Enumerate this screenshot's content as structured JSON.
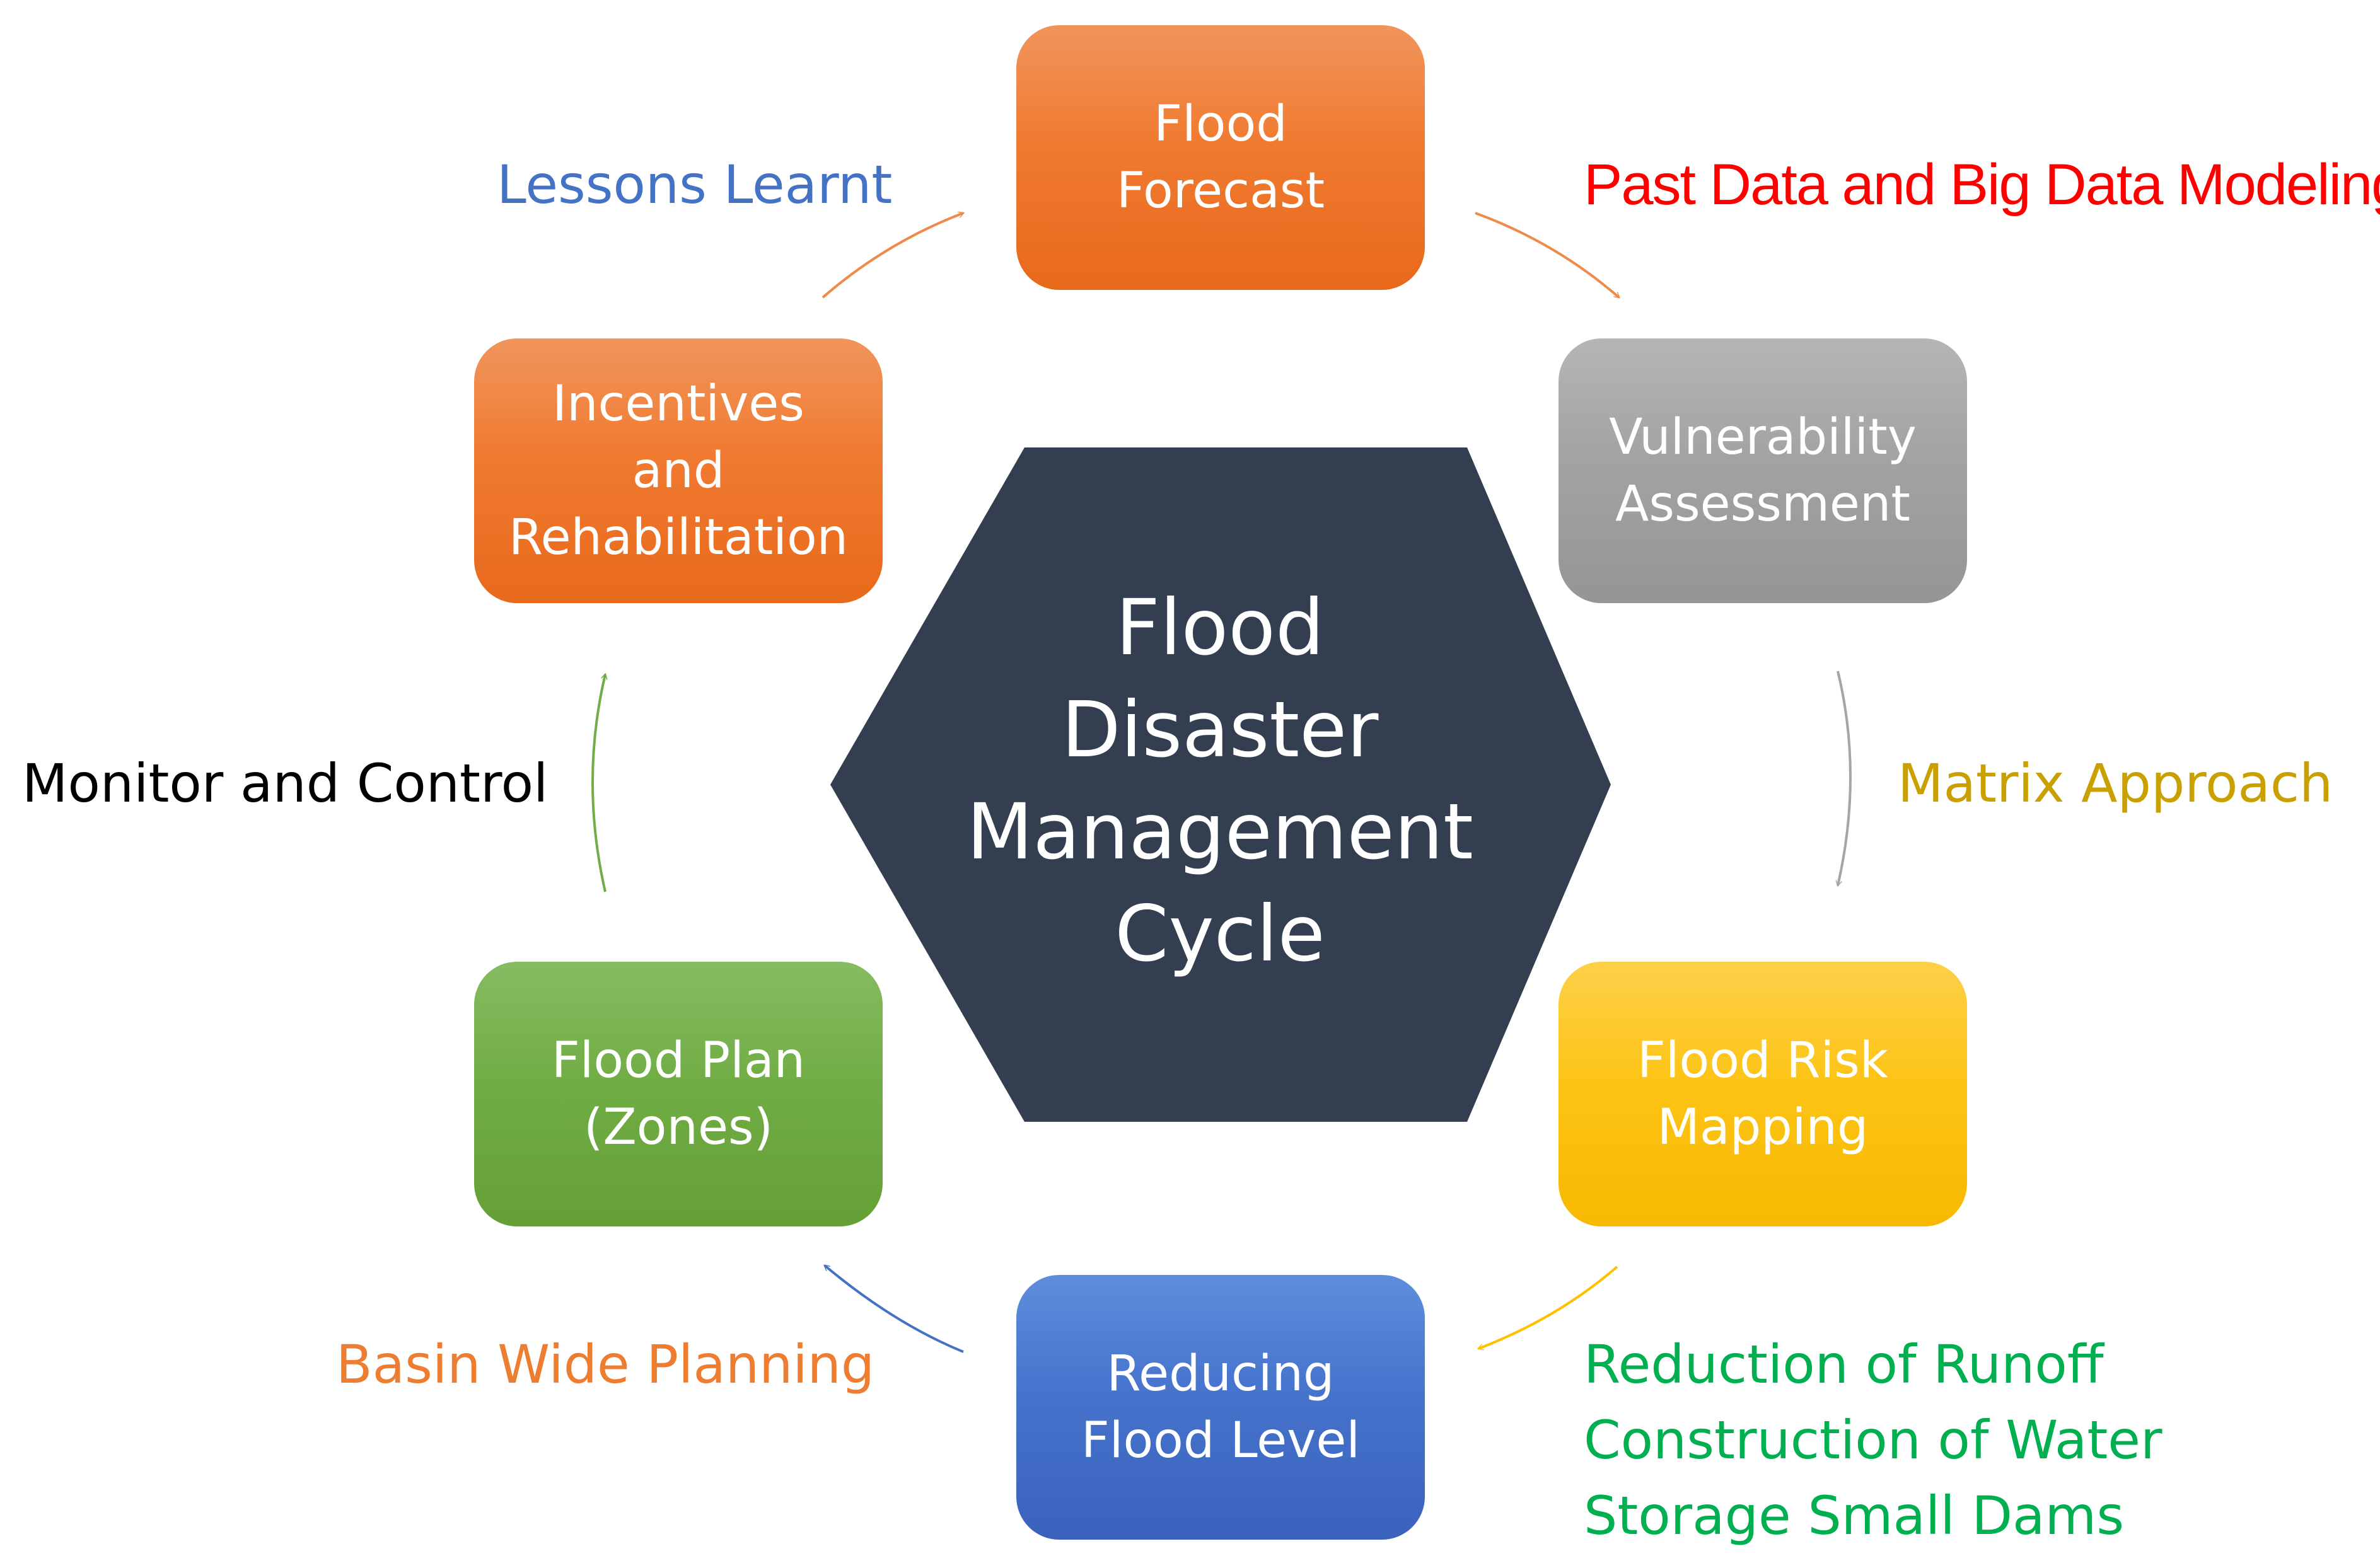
{
  "center": {
    "title_lines": [
      "Flood",
      "Disaster",
      "Management",
      "Cycle"
    ],
    "color": "#333f50"
  },
  "boxes": {
    "forecast": {
      "lines": [
        "Flood",
        "Forecast"
      ]
    },
    "vulnerability": {
      "lines": [
        "Vulnerability",
        "Assessment"
      ]
    },
    "risk_mapping": {
      "lines": [
        "Flood Risk",
        "Mapping"
      ]
    },
    "reducing": {
      "lines": [
        "Reducing",
        "Flood Level"
      ]
    },
    "plan": {
      "lines": [
        "Flood Plan",
        "(Zones)"
      ]
    },
    "incentives": {
      "lines": [
        "Incentives",
        "and",
        "Rehabilitation"
      ]
    }
  },
  "labels": {
    "lessons": "Lessons Learnt",
    "past_data": "Past Data and Big Data Modeling",
    "matrix": "Matrix Approach",
    "monitor": "Monitor and Control",
    "basin": "Basin Wide Planning",
    "reduction_lines": [
      "Reduction of Runoff",
      "Construction of Water",
      "Storage Small Dams"
    ]
  },
  "colors": {
    "orange": "#ed7d31",
    "gray": "#a5a5a5",
    "yellow": "#ffc000",
    "blue": "#4472c4",
    "green": "#70ad47",
    "red": "#ff0000",
    "matrix_text": "#c9a000",
    "reduction_text": "#00b050"
  }
}
